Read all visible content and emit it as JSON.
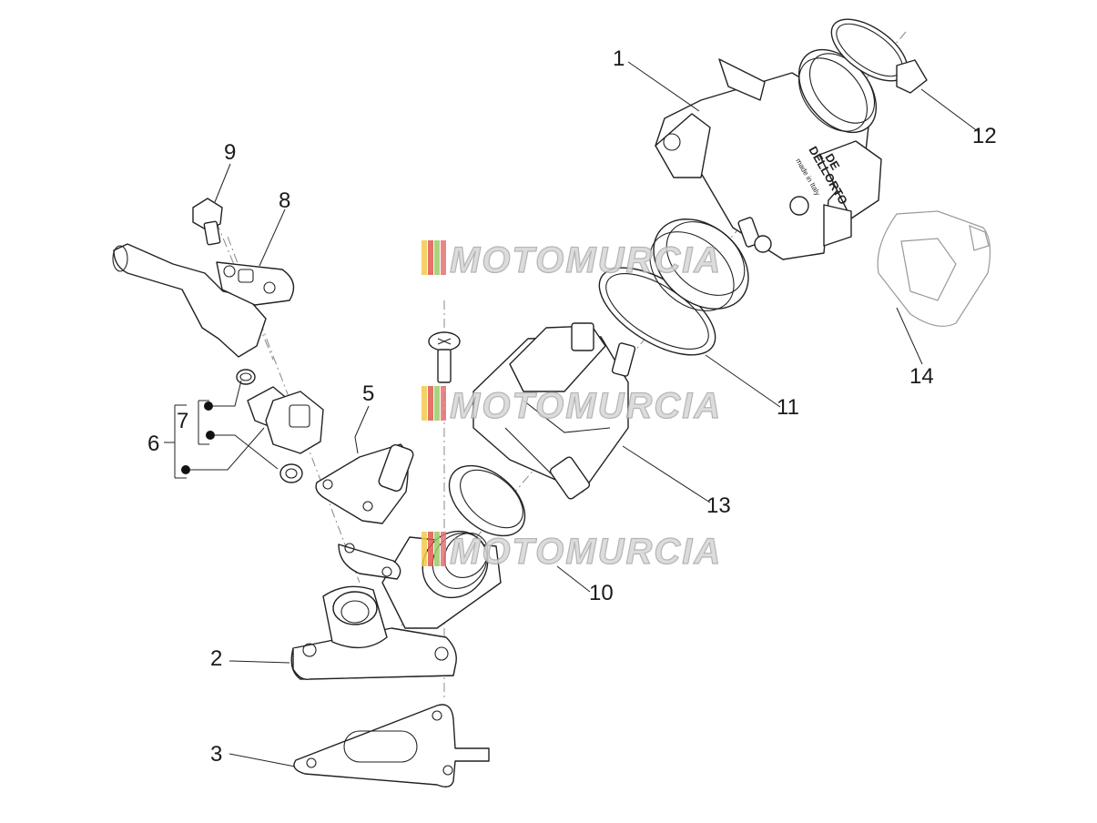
{
  "diagram": {
    "callouts": [
      {
        "id": "1",
        "label": "1"
      },
      {
        "id": "2",
        "label": "2"
      },
      {
        "id": "3",
        "label": "3"
      },
      {
        "id": "5",
        "label": "5"
      },
      {
        "id": "6",
        "label": "6"
      },
      {
        "id": "7",
        "label": "7"
      },
      {
        "id": "8",
        "label": "8"
      },
      {
        "id": "9",
        "label": "9"
      },
      {
        "id": "10",
        "label": "10"
      },
      {
        "id": "11",
        "label": "11"
      },
      {
        "id": "12",
        "label": "12"
      },
      {
        "id": "13",
        "label": "13"
      },
      {
        "id": "14",
        "label": "14"
      }
    ],
    "watermark": {
      "text": "MOTOMURCIA",
      "stripe_colors": [
        "#f2c94c",
        "#e05a4e",
        "#9ccc65",
        "#e57373"
      ]
    },
    "throttle_body_marking": {
      "line1": "DE",
      "line2": "DELLORTO",
      "line3": "made in Italy"
    }
  }
}
